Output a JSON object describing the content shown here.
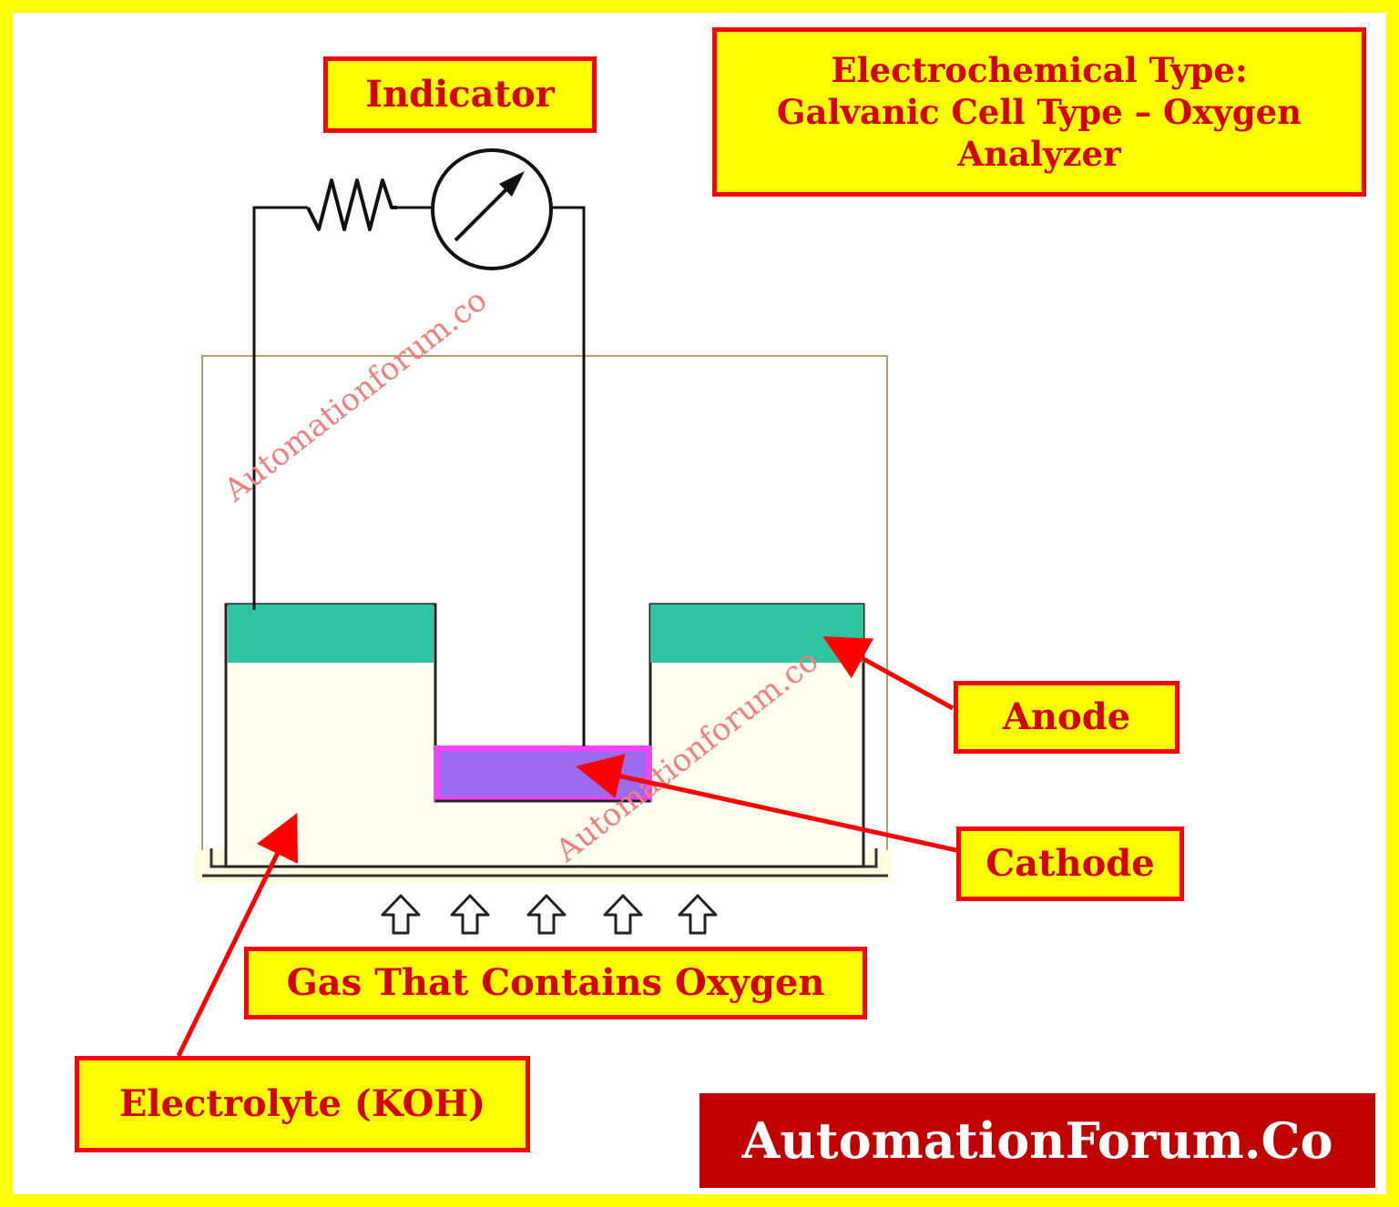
{
  "title": {
    "line1": "Electrochemical Type:",
    "line2": "Galvanic Cell Type – Oxygen",
    "line3": "Analyzer"
  },
  "labels": {
    "indicator": "Indicator",
    "anode": "Anode",
    "cathode": "Cathode",
    "gas": "Gas That Contains Oxygen",
    "electrolyte": "Electrolyte (KOH)"
  },
  "watermark": "Automationforum.co",
  "brand": "AutomationForum.Co",
  "colors": {
    "border": "#ffff00",
    "label_bg": "#ffff00",
    "label_border": "#ff0000",
    "label_text": "#d40000",
    "anode": "#2ec4a0",
    "cathode": "#9b6cf0",
    "cathode_edge": "#ff40ff",
    "brand_bg": "#c00000"
  }
}
